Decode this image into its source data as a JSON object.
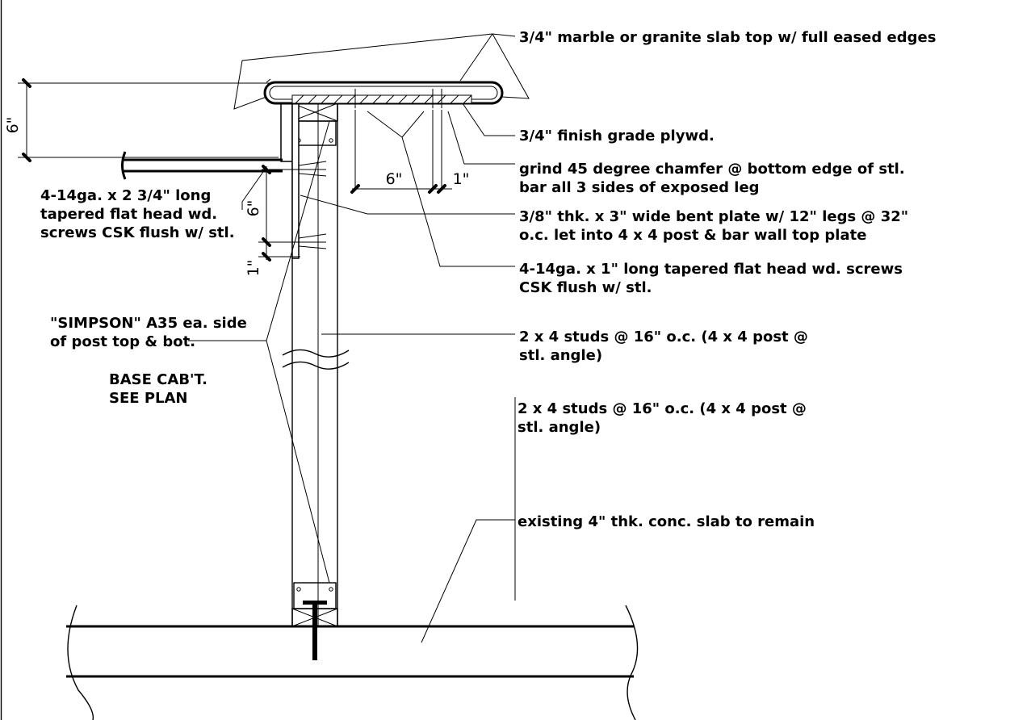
{
  "callouts": {
    "slab_top": "3/4\" marble or granite slab top w/ full eased edges",
    "finish_plywood": "3/4\" finish grade plywd.",
    "chamfer_1": "grind 45 degree chamfer @ bottom edge of stl.",
    "chamfer_2": "bar all 3 sides of exposed leg",
    "bent_plate_1": "3/8\" thk.  x 3\" wide bent plate w/ 12\" legs @ 32\"",
    "bent_plate_2": "o.c. let into 4 x 4 post & bar wall top plate",
    "screws_short_1": "4-14ga. x 1\" long tapered flat head wd. screws",
    "screws_short_2": "CSK flush w/ stl.",
    "studs_a_1": "2 x 4 studs @ 16\" o.c. (4 x 4 post @",
    "studs_a_2": "stl. angle)",
    "studs_b_1": "2 x 4 studs @ 16\" o.c. (4 x 4 post @",
    "studs_b_2": "stl. angle)",
    "slab": "existing 4\" thk. conc. slab to remain",
    "screws_long_1": "4-14ga. x 2 3/4\" long",
    "screws_long_2": "tapered flat head wd.",
    "screws_long_3": "screws CSK flush w/ stl.",
    "simpson_1": "\"SIMPSON\" A35 ea. side",
    "simpson_2": "of post top & bot.",
    "base_cab_1": "BASE CAB'T.",
    "base_cab_2": "SEE PLAN"
  },
  "dimensions": {
    "top_height": "6\"",
    "screw_spacing_h": "6\"",
    "edge_h": "1\"",
    "screw_spacing_v": "6\"",
    "edge_v": "1\""
  }
}
